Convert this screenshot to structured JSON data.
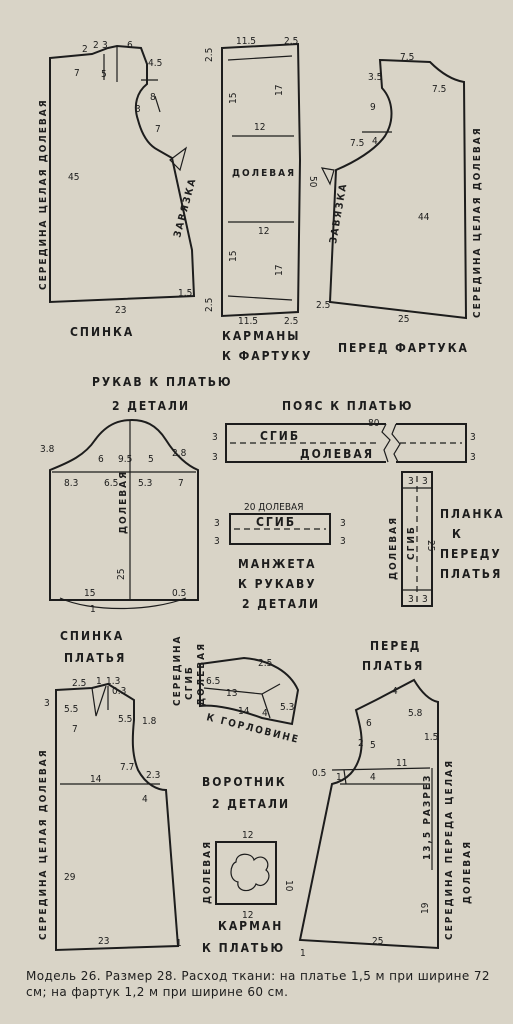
{
  "back_apron": {
    "label": "СПИНКА",
    "center": "СЕРЕДИНА ЦЕЛАЯ ДОЛЕВАЯ",
    "tie": "ЗАВЯЗКА",
    "dims": {
      "d2": "2",
      "d2b": "2",
      "d3": "3",
      "d6": "6",
      "d5": "5",
      "d45a": "4.5",
      "d7": "7",
      "d45": "45",
      "d3b": "3",
      "d8": "8",
      "d7b": "7",
      "d23": "23",
      "d15": "1.5"
    }
  },
  "pockets": {
    "label1": "КАРМАНЫ",
    "label2": "К ФАРТУКУ",
    "grain": "ДОЛЕВАЯ",
    "dims": {
      "top": "11.5",
      "tr": "2.5",
      "l25": "2.5",
      "l15": "15",
      "r17": "17",
      "m12": "12",
      "h50": "50",
      "m12b": "12",
      "l15b": "15",
      "r17b": "17",
      "bl25": "2.5",
      "b115": "11.5",
      "br25": "2.5"
    }
  },
  "front_apron": {
    "label": "ПЕРЕД ФАРТУКА",
    "center": "СЕРЕДИНА ЦЕЛАЯ ДОЛЕВАЯ",
    "tie": "ЗАВЯЗКА",
    "dims": {
      "d75": "7.5",
      "d35": "3.5",
      "d75b": "7.5",
      "d9": "9",
      "d4": "4",
      "d75c": "7.5",
      "d44": "44",
      "d25": "25",
      "d25b": "2.5"
    }
  },
  "sleeve": {
    "title": "РУКАВ К ПЛАТЬЮ",
    "parts": "2 ДЕТАЛИ",
    "grain": "ДОЛЕВАЯ",
    "dims": {
      "d38": "3.8",
      "d6": "6",
      "d95": "9.5",
      "d5": "5",
      "d28": "2.8",
      "d83": "8.3",
      "d65": "6.5",
      "d53": "5.3",
      "d7": "7",
      "d25": "25",
      "d15": "15",
      "d05": "0.5",
      "d1": "1"
    }
  },
  "belt": {
    "title": "ПОЯС К ПЛАТЬЮ",
    "fold": "СГИБ",
    "grain": "ДОЛЕВАЯ",
    "dims": {
      "d80": "80",
      "l3a": "3",
      "l3b": "3",
      "r3a": "3",
      "r3b": "3"
    }
  },
  "cuff": {
    "line1": "МАНЖЕТА",
    "line2": "К РУКАВУ",
    "line3": "2 ДЕТАЛИ",
    "fold": "СГИБ",
    "dims": {
      "top": "20 ДОЛЕВАЯ",
      "l3a": "3",
      "l3b": "3",
      "r3a": "3",
      "r3b": "3"
    }
  },
  "placket": {
    "line1": "ПЛАНКА",
    "line2": "К",
    "line3": "ПЕРЕДУ",
    "line4": "ПЛАТЬЯ",
    "grain": "ДОЛЕВАЯ",
    "fold": "СГИБ",
    "dims": {
      "t3a": "3",
      "t3b": "3",
      "d25": "25",
      "b3a": "3",
      "b3b": "3"
    }
  },
  "back_dress": {
    "label1": "СПИНКА",
    "label2": "ПЛАТЬЯ",
    "center": "СЕРЕДИНА ЦЕЛАЯ ДОЛЕВАЯ",
    "dims": {
      "d25": "2.5",
      "d1": "1",
      "d13": "1.3",
      "d03": "0.3",
      "d3": "3",
      "d55": "5.5",
      "d55b": "5.5",
      "d18": "1.8",
      "d7": "7",
      "d14": "14",
      "d77": "7.7",
      "d23": "2.3",
      "d4": "4",
      "d29": "29",
      "d23b": "23",
      "d1b": "1"
    }
  },
  "collar": {
    "title": "ВОРОТНИК",
    "parts": "2 ДЕТАЛИ",
    "neck": "К ГОРЛОВИНЕ",
    "center1": "СЕРЕДИНА",
    "center2": "СГИБ",
    "center3": "ДОЛЕВАЯ",
    "dims": {
      "d65": "6.5",
      "d13": "13",
      "d25": "2.5",
      "d14": "14",
      "d53": "5.3",
      "d4": "4"
    }
  },
  "front_dress": {
    "label1": "ПЕРЕД",
    "label2": "ПЛАТЬЯ",
    "center": "СЕРЕДИНА ПЕРЕДА ЦЕЛАЯ",
    "grain": "ДОЛЕВАЯ",
    "slit": "13,5 РАЗРЕЗ",
    "dims": {
      "d4": "4",
      "d58": "5.8",
      "d6": "6",
      "d15": "1.5",
      "d2": "2",
      "d5": "5",
      "d05": "0.5",
      "d1": "1",
      "d11": "11",
      "d4b": "4",
      "d19": "19",
      "d25": "25",
      "d1b": "1"
    }
  },
  "pocket_dress": {
    "line1": "КАРМАН",
    "line2": "К ПЛАТЬЮ",
    "grain": "ДОЛЕВАЯ",
    "dims": {
      "top": "12",
      "bottom": "12",
      "side": "10"
    }
  },
  "caption": "Модель 26. Размер 28. Расход ткани: на платье 1,5 м при ширине 72 см; на фартук 1,2 м при ширине 60 см."
}
